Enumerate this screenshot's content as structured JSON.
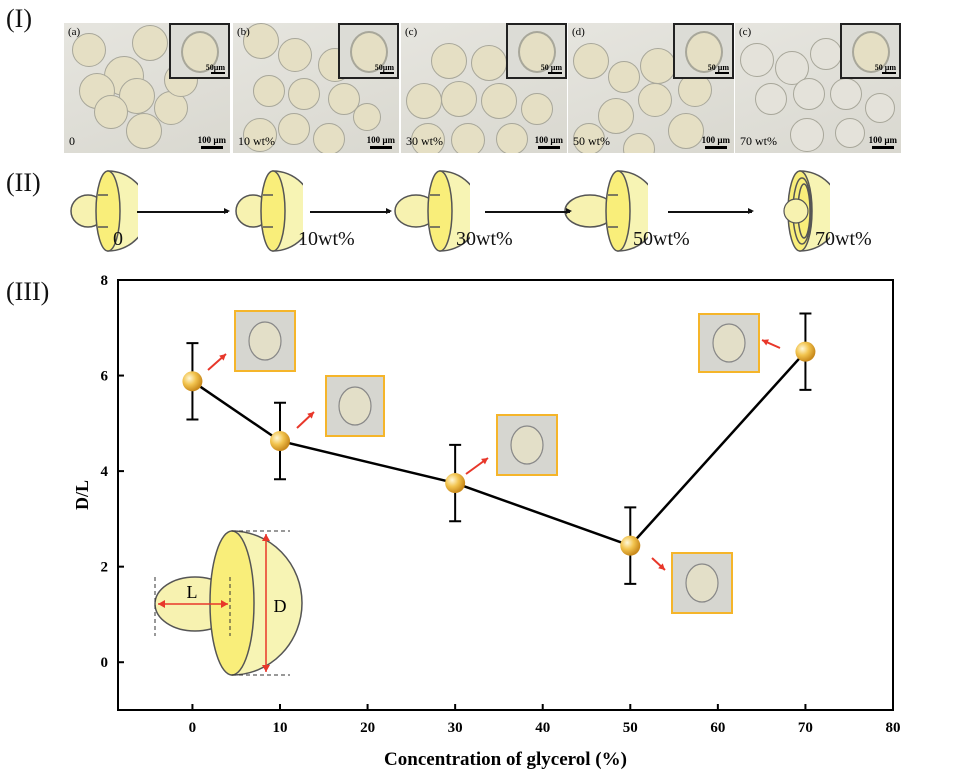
{
  "panel_labels": [
    "(I)",
    "(II)",
    "(III)"
  ],
  "photos": [
    {
      "letter": "(a)",
      "conc": "0",
      "scale": "100 µm",
      "inset_scale": "50µm"
    },
    {
      "letter": "(b)",
      "conc": "10 wt%",
      "scale": "100 µm",
      "inset_scale": "50µm"
    },
    {
      "letter": "(c)",
      "conc": "30 wt%",
      "scale": "100 µm",
      "inset_scale": "50 µm"
    },
    {
      "letter": "(d)",
      "conc": "50 wt%",
      "scale": "100 µm",
      "inset_scale": "50 µm"
    },
    {
      "letter": "(c)",
      "conc": "70 wt%",
      "scale": "100 µm",
      "inset_scale": "50 µm"
    }
  ],
  "schematic_labels": [
    "0",
    "10wt%",
    "30wt%",
    "50wt%",
    "70wt%"
  ],
  "diagram_labels": {
    "L": "L",
    "D": "D"
  },
  "colors": {
    "marker": "#f2c44f",
    "inset_border": "#f5b52a",
    "arrow": "#e8372a",
    "shell": "#f7f2a8"
  },
  "chart_data": {
    "type": "line",
    "title": "",
    "xlabel": "Concentration of glycerol (%)",
    "ylabel": "D/L",
    "xlim": [
      -8.5,
      80
    ],
    "ylim": [
      -1,
      8
    ],
    "xticks": [
      0,
      10,
      20,
      30,
      40,
      50,
      60,
      70,
      80
    ],
    "yticks": [
      0,
      2,
      4,
      6,
      8
    ],
    "grid": false,
    "series": [
      {
        "name": "D/L",
        "x": [
          0,
          10,
          30,
          50,
          70
        ],
        "y": [
          5.88,
          4.63,
          3.75,
          2.44,
          6.5
        ],
        "error": [
          0.8,
          0.8,
          0.8,
          0.8,
          0.8
        ]
      }
    ]
  }
}
